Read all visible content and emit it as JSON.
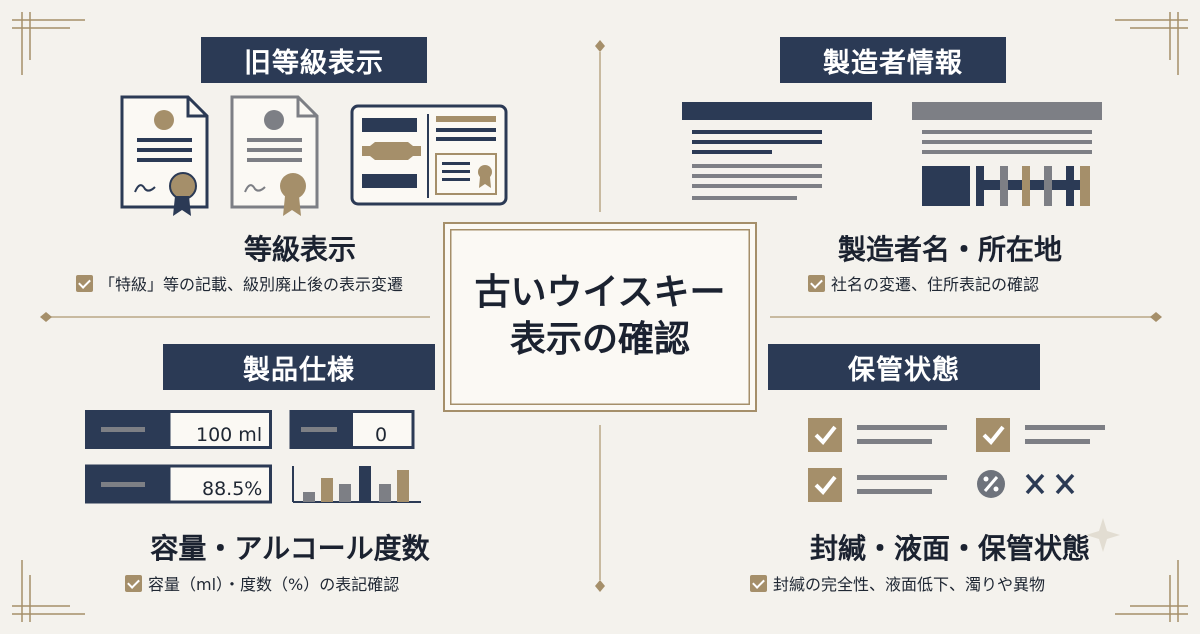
{
  "center": {
    "line1": "古いウイスキー",
    "line2": "表示の確認"
  },
  "sections": [
    {
      "id": "grade",
      "header": "旧等級表示",
      "title": "等級表示",
      "caption": "「特級」等の記載、級別廃止後の表示変遷"
    },
    {
      "id": "maker",
      "header": "製造者情報",
      "title": "製造者名・所在地",
      "caption": "社名の変遷、住所表記の確認"
    },
    {
      "id": "spec",
      "header": "製品仕様",
      "title": "容量・アルコール度数",
      "caption": "容量（ml）・度数（%）の表記確認"
    },
    {
      "id": "storage",
      "header": "保管状態",
      "title": "封緘・液面・保管状態",
      "caption": "封緘の完全性、液面低下、濁りや異物"
    }
  ],
  "spec_fields": {
    "volume": "100 ml",
    "abv": "88.5%",
    "small": "0"
  },
  "colors": {
    "navy": "#2b3a55",
    "gold": "#a58f6a",
    "gray": "#7d7f85",
    "background": "#f4f2ed"
  },
  "icons": [
    "certificate-icon",
    "label-icon",
    "document-icon",
    "checkbox-icon",
    "percent-icon",
    "cross-icon",
    "bar-chart-icon"
  ]
}
